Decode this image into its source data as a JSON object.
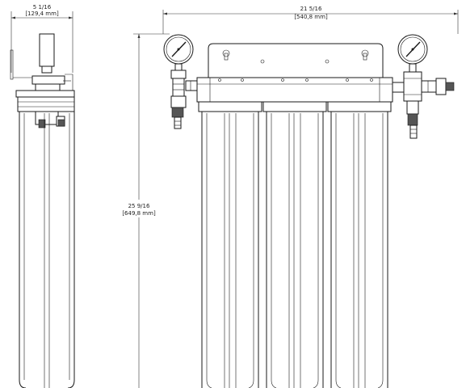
{
  "dimensions": {
    "side_width": {
      "imperial": "5 1/16",
      "metric": "[129,4 mm]"
    },
    "front_width": {
      "imperial": "21 5/16",
      "metric": "[540,8 mm]"
    },
    "height": {
      "imperial": "25 9/16",
      "metric": "[649,8 mm]"
    }
  },
  "colors": {
    "line": "#1a1a1a",
    "background": "#ffffff",
    "gauge_needle": "#1a1a1a"
  }
}
